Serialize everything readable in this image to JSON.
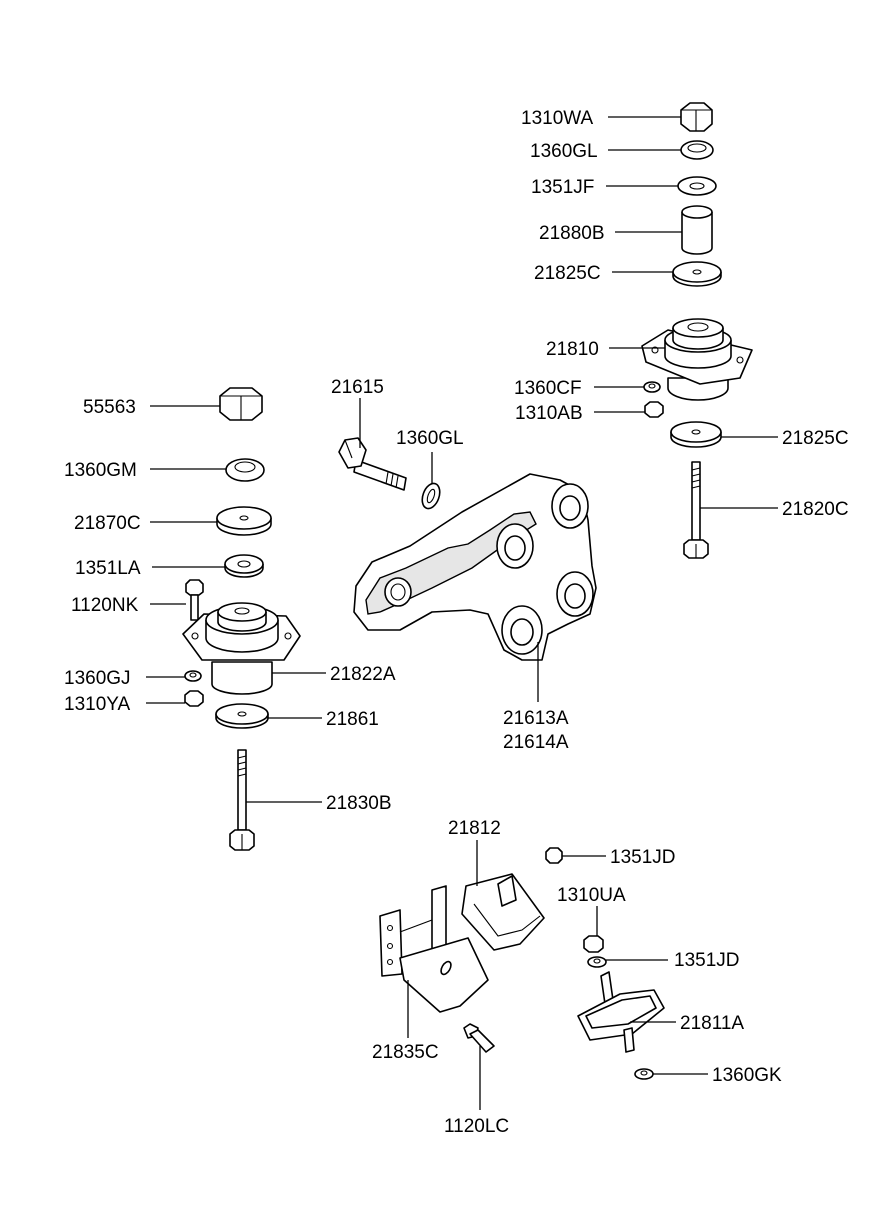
{
  "labels": {
    "p1310WA": "1310WA",
    "p1360GL_top": "1360GL",
    "p1351JF": "1351JF",
    "p21880B": "21880B",
    "p21825C_top": "21825C",
    "p21810": "21810",
    "p1360CF": "1360CF",
    "p1310AB": "1310AB",
    "p21825C_mid": "21825C",
    "p21820C": "21820C",
    "p21615": "21615",
    "p1360GL_mid": "1360GL",
    "p55563": "55563",
    "p1360GM": "1360GM",
    "p21870C": "21870C",
    "p1351LA": "1351LA",
    "p1120NK": "1120NK",
    "p1360GJ": "1360GJ",
    "p21822A": "21822A",
    "p1310YA": "1310YA",
    "p21861": "21861",
    "p21613A": "21613A",
    "p21614A": "21614A",
    "p21830B": "21830B",
    "p21812": "21812",
    "p1351JD_a": "1351JD",
    "p1310UA": "1310UA",
    "p1351JD_b": "1351JD",
    "p21811A": "21811A",
    "p21835C": "21835C",
    "p1360GK": "1360GK",
    "p1120LC": "1120LC"
  }
}
